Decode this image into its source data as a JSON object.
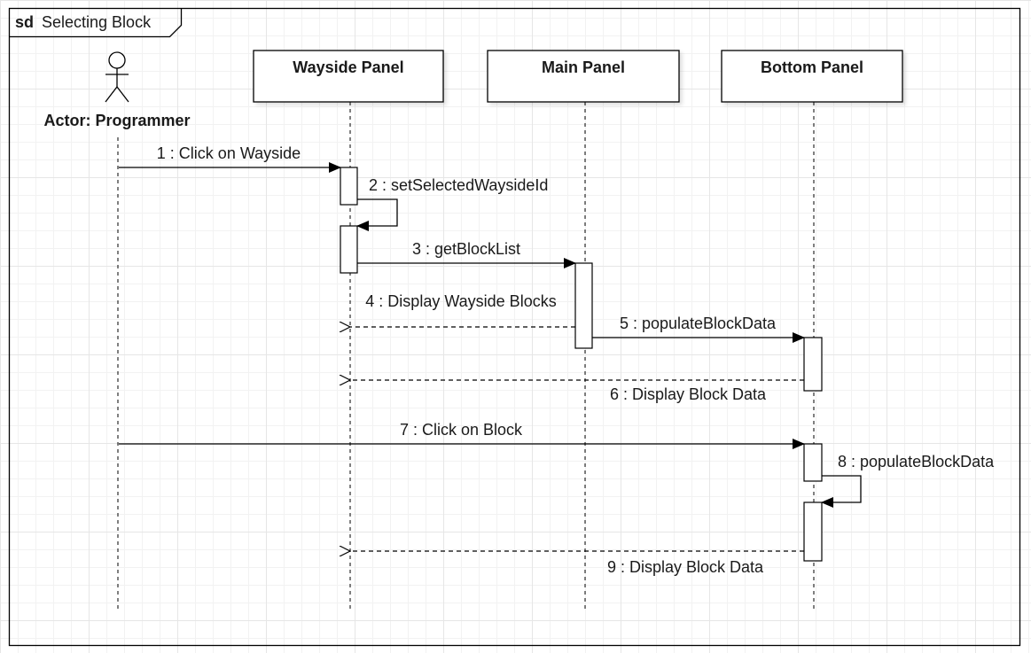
{
  "frame": {
    "keyword": "sd",
    "title": "Selecting Block"
  },
  "actor": {
    "name": "Actor: Programmer"
  },
  "lifelines": [
    {
      "id": "wayside",
      "label": "Wayside Panel"
    },
    {
      "id": "main",
      "label": "Main Panel"
    },
    {
      "id": "bottom",
      "label": "Bottom Panel"
    }
  ],
  "messages": [
    {
      "label": "1 : Click on Wayside",
      "from": "actor",
      "to": "wayside",
      "kind": "sync"
    },
    {
      "label": "2 : setSelectedWaysideId",
      "from": "wayside",
      "to": "wayside",
      "kind": "self"
    },
    {
      "label": "3 : getBlockList",
      "from": "wayside",
      "to": "main",
      "kind": "sync"
    },
    {
      "label": "4 : Display Wayside Blocks",
      "from": "main",
      "to": "wayside",
      "kind": "return"
    },
    {
      "label": "5 : populateBlockData",
      "from": "main",
      "to": "bottom",
      "kind": "sync"
    },
    {
      "label": "6 : Display Block Data",
      "from": "bottom",
      "to": "wayside",
      "kind": "return"
    },
    {
      "label": "7 : Click on Block",
      "from": "actor",
      "to": "bottom",
      "kind": "sync"
    },
    {
      "label": "8 : populateBlockData",
      "from": "bottom",
      "to": "bottom",
      "kind": "self"
    },
    {
      "label": "9 : Display Block Data",
      "from": "bottom",
      "to": "wayside",
      "kind": "return"
    }
  ]
}
